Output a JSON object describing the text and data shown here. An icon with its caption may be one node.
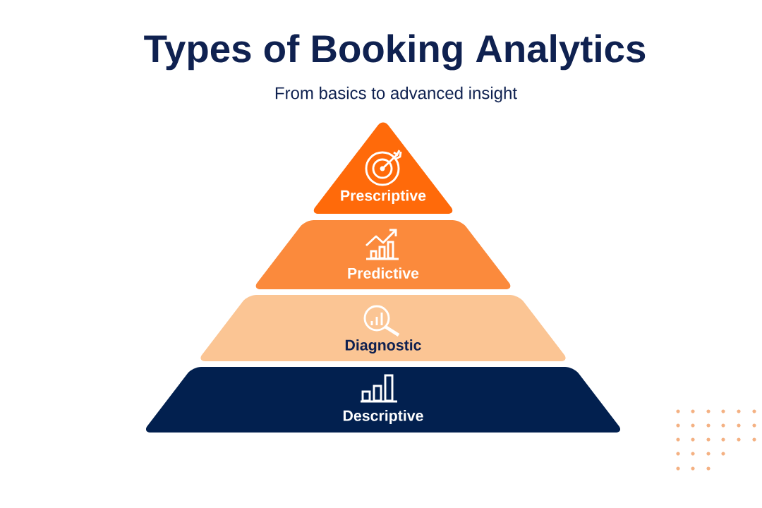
{
  "diagram": {
    "title": "Types of Booking Analytics",
    "nodes": [
      {
        "text": [
          "Prescriptive"
        ]
      },
      {
        "text": [
          "Predictive"
        ]
      },
      {
        "text": [
          "Diagnostic"
        ]
      },
      {
        "text": [
          "Descriptive"
        ]
      }
    ],
    "labels": [
      "From basics to advanced insight"
    ]
  }
}
